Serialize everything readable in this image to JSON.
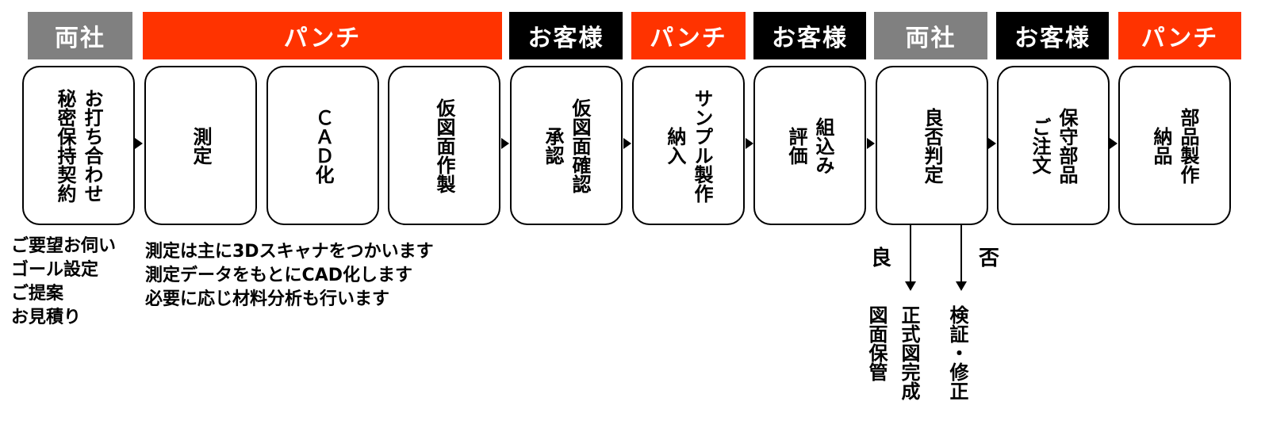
{
  "colors": {
    "both": "#808080",
    "punch": "#ff3300",
    "customer": "#000000"
  },
  "headers": [
    "両社",
    "パンチ",
    "お客様",
    "パンチ",
    "お客様",
    "両社",
    "お客様",
    "パンチ"
  ],
  "steps": [
    "お打ち合わせ\n秘密保持契約",
    "測定",
    "ＣＡＤ化",
    "仮図面作製",
    "仮図面確認\n承認",
    "サンプル製作\n納入",
    "組込み\n評価",
    "良否判定",
    "保守部品\nご注文",
    "部品製作\n納品"
  ],
  "notes": {
    "left": "ご要望お伺い\nゴール設定\nご提案\nお見積り",
    "middle": "測定は主に3Dスキャナをつかいます\n測定データをもとにCAD化します\n必要に応じ材料分析も行います"
  },
  "judgement": {
    "good_label": "良",
    "bad_label": "否",
    "good_results": [
      "正式図完成",
      "図面保管"
    ],
    "bad_result": "検証・修正"
  }
}
